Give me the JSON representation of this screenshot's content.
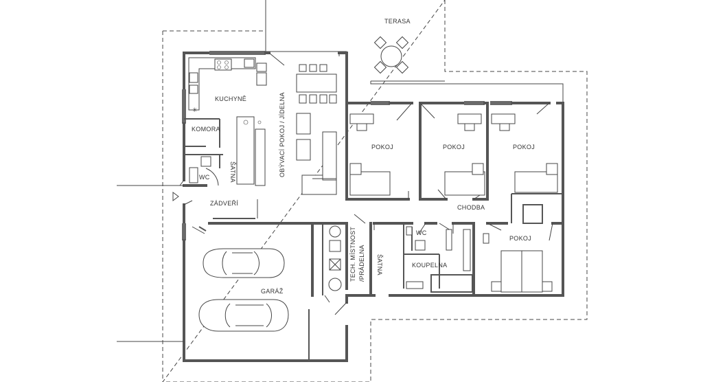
{
  "plan": {
    "rooms": {
      "terasa": "TERASA",
      "kuchyne": "KUCHYNĚ",
      "obyvaci_pokoj": "OBÝVACÍ POKOJ / JÍDELNA",
      "komora": "KOMORA",
      "satna_hall": "ŠATNA",
      "wc_north": "WC",
      "pokoj_1": "POKOJ",
      "pokoj_2": "POKOJ",
      "pokoj_3": "POKOJ",
      "zadveri": "ZÁDVEŘÍ",
      "chodba": "CHODBA",
      "wc_south": "WC",
      "pokoj_4": "POKOJ",
      "tech_mistnost": "TECH. MÍSTNOST",
      "pradelna": "/PRÁDELNA",
      "satna_south": "ŠATNA",
      "koupelna": "KOUPELNA",
      "garaz": "GARÁŽ"
    }
  }
}
